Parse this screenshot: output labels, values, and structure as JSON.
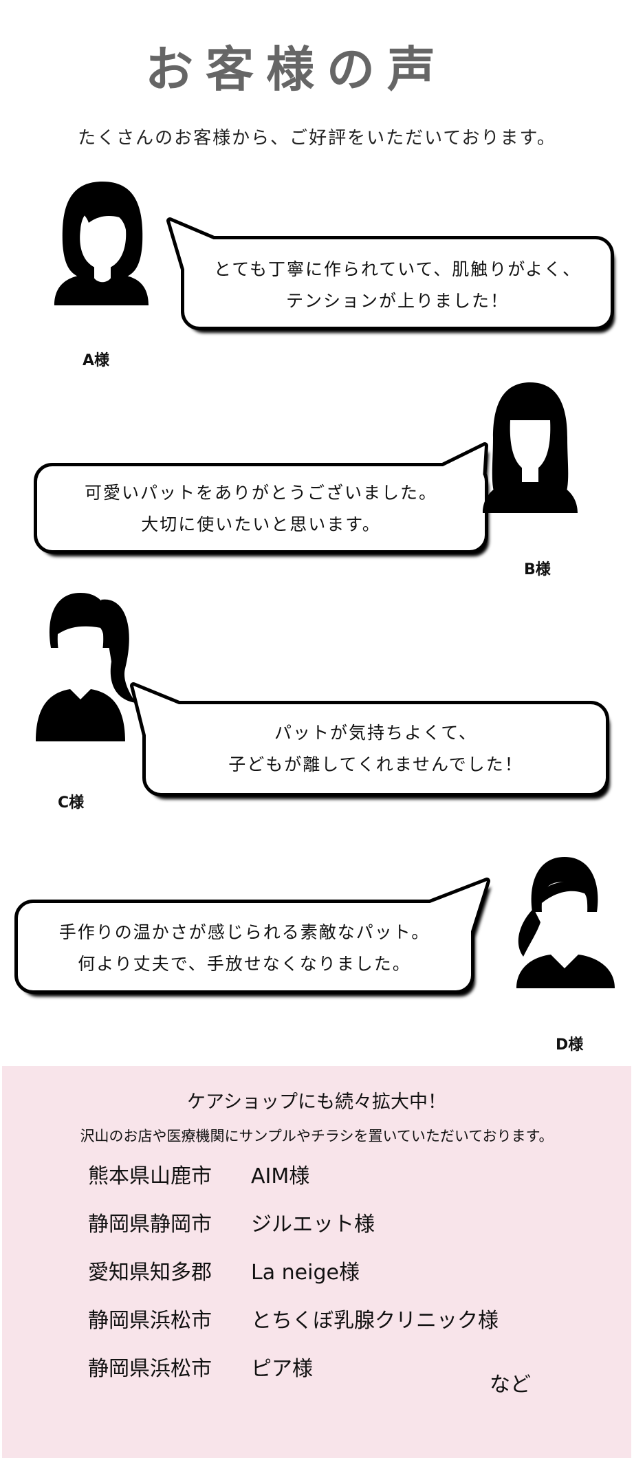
{
  "header": {
    "title": "お客様の声",
    "subtitle": "たくさんのお客様から、ご好評をいただいております。"
  },
  "testimonials": [
    {
      "name": "A様",
      "lines": [
        "とても丁寧に作られていて、肌触りがよく、",
        "テンションが上りました！"
      ]
    },
    {
      "name": "B様",
      "lines": [
        "可愛いパットをありがとうございました。",
        "大切に使いたいと思います。"
      ]
    },
    {
      "name": "C様",
      "lines": [
        "パットが気持ちよくて、",
        "子どもが離してくれませんでした！"
      ]
    },
    {
      "name": "D様",
      "lines": [
        "手作りの温かさが感じられる素敵なパット。",
        "何より丈夫で、手放せなくなりました。"
      ]
    }
  ],
  "shops": {
    "heading": "ケアショップにも続々拡大中！",
    "subheading": "沢山のお店や医療機関にサンプルやチラシを置いていただいております。",
    "list": [
      {
        "prefecture": "熊本県山鹿市",
        "name": "AIM様"
      },
      {
        "prefecture": "静岡県静岡市",
        "name": "ジルエット様"
      },
      {
        "prefecture": "愛知県知多郡",
        "name": "La neige様"
      },
      {
        "prefecture": "静岡県浜松市",
        "name": "とちくぼ乳腺クリニック様"
      },
      {
        "prefecture": "静岡県浜松市",
        "name": "ピア様"
      }
    ],
    "etc": "など",
    "background": "#f8e4ea"
  }
}
